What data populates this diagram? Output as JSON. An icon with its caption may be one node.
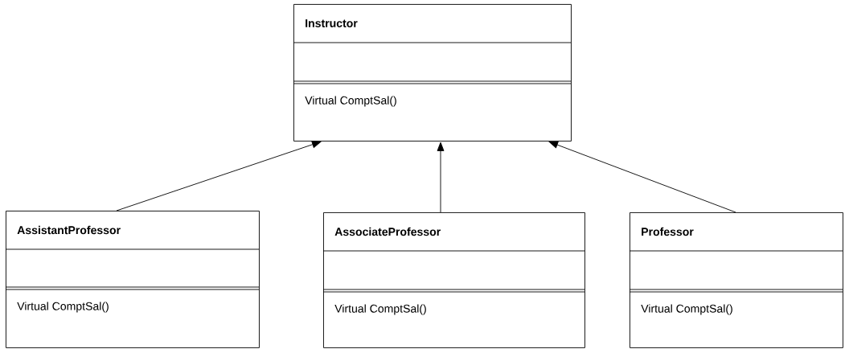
{
  "diagram": {
    "nodes": [
      {
        "text": [
          "Instructor",
          "Virtual ComptSal()"
        ]
      },
      {
        "text": [
          "AssistantProfessor",
          "Virtual ComptSal()"
        ]
      },
      {
        "text": [
          "AssociateProfessor",
          "Virtual ComptSal()"
        ]
      },
      {
        "text": [
          "Professor",
          "Virtual ComptSal()"
        ]
      }
    ],
    "edges": [
      {
        "from": 1,
        "to": 0,
        "arrow": "to"
      },
      {
        "from": 2,
        "to": 0,
        "arrow": "to"
      },
      {
        "from": 3,
        "to": 0,
        "arrow": "to"
      }
    ]
  }
}
